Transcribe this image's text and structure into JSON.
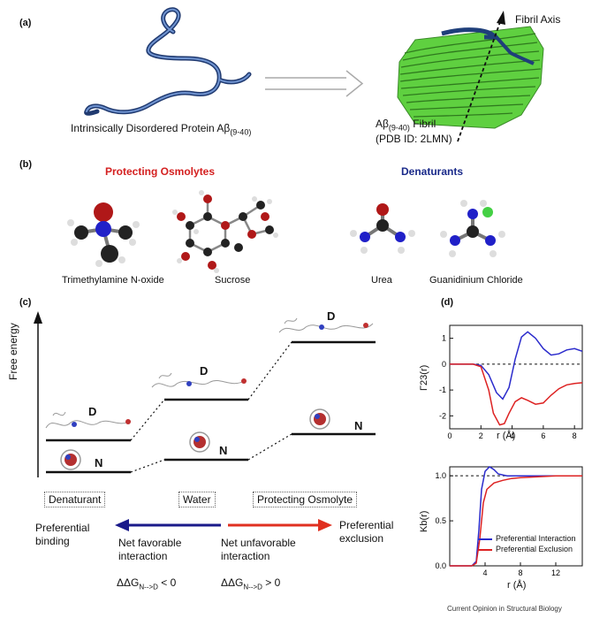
{
  "panels": {
    "a": "(a)",
    "b": "(b)",
    "c": "(c)",
    "d": "(d)"
  },
  "panel_a": {
    "disordered_label": "Intrinsically Disordered Protein Aβ",
    "disordered_sub": "(9-40)",
    "fibril_label": "Aβ",
    "fibril_sub": "(9-40)",
    "fibril_label_suffix": " Fibril",
    "pdb": "(PDB ID: 2LMN)",
    "axis_label": "Fibril Axis"
  },
  "panel_b": {
    "protecting_title": "Protecting Osmolytes",
    "denaturants_title": "Denaturants",
    "molecules": [
      "Trimethylamine N-oxide",
      "Sucrose",
      "Urea",
      "Guanidinium Chloride"
    ],
    "colors": {
      "protecting": "#d42020",
      "denaturants": "#1a2a8a"
    }
  },
  "panel_c": {
    "y_axis": "Free energy",
    "state_D": "D",
    "state_N": "N",
    "conditions": [
      "Denaturant",
      "Water",
      "Protecting Osmolyte"
    ],
    "pref_binding_1": "Preferential",
    "pref_binding_2": "binding",
    "net_favorable_1": "Net favorable",
    "net_favorable_2": "interaction",
    "net_unfavorable_1": "Net unfavorable",
    "net_unfavorable_2": "interaction",
    "pref_exclusion_1": "Preferential",
    "pref_exclusion_2": "exclusion",
    "dg_left_prefix": "ΔΔG",
    "dg_left_sub": "N-->D",
    "dg_left_suffix": " < 0",
    "dg_right_prefix": "ΔΔG",
    "dg_right_sub": "N-->D",
    "dg_right_suffix": " > 0",
    "arrow_colors": {
      "left": "#1a1a8a",
      "right": "#e03020"
    }
  },
  "chart_data": [
    {
      "type": "line",
      "ylabel": "Γ23(r)",
      "xlabel": "r (Å)",
      "xlim": [
        0,
        8.5
      ],
      "ylim": [
        -2.5,
        1.5
      ],
      "xticks": [
        "0",
        "2",
        "4",
        "6",
        "8"
      ],
      "yticks": [
        "1",
        "0",
        "-1",
        "-2"
      ],
      "series": [
        {
          "color": "#2b2bcc",
          "x": [
            0,
            1.5,
            2.0,
            2.5,
            3.0,
            3.4,
            3.8,
            4.2,
            4.6,
            5.0,
            5.5,
            6.0,
            6.5,
            7.0,
            7.5,
            8.0,
            8.5
          ],
          "y": [
            0,
            0,
            -0.05,
            -0.4,
            -1.1,
            -1.35,
            -0.9,
            0.2,
            1.05,
            1.25,
            1.0,
            0.6,
            0.35,
            0.4,
            0.55,
            0.6,
            0.5
          ]
        },
        {
          "color": "#dd2222",
          "x": [
            0,
            1.5,
            2.0,
            2.5,
            2.8,
            3.2,
            3.5,
            3.8,
            4.2,
            4.6,
            5.0,
            5.5,
            6.0,
            6.5,
            7.0,
            7.5,
            8.0,
            8.5
          ],
          "y": [
            0,
            0,
            -0.1,
            -1.0,
            -1.9,
            -2.35,
            -2.3,
            -1.9,
            -1.45,
            -1.3,
            -1.4,
            -1.55,
            -1.5,
            -1.2,
            -0.95,
            -0.8,
            -0.75,
            -0.72
          ]
        }
      ]
    },
    {
      "type": "line",
      "ylabel": "Kb(r)",
      "xlabel": "r (Å)",
      "xlim": [
        0,
        15
      ],
      "ylim": [
        0,
        1.1
      ],
      "xticks": [
        "4",
        "8",
        "12"
      ],
      "yticks": [
        "1.0",
        "0.5",
        "0.0"
      ],
      "series": [
        {
          "name": "Preferential Interaction",
          "color": "#2b2bcc",
          "x": [
            0,
            2.5,
            3.0,
            3.3,
            3.6,
            4.0,
            4.5,
            5.0,
            5.5,
            6.5,
            8,
            10,
            12,
            15
          ],
          "y": [
            0,
            0,
            0.05,
            0.4,
            0.85,
            1.05,
            1.1,
            1.07,
            1.02,
            1.0,
            1.0,
            1.0,
            1.0,
            1.0
          ]
        },
        {
          "name": "Preferential Exclusion",
          "color": "#dd2222",
          "x": [
            0,
            2.5,
            3.0,
            3.4,
            3.8,
            4.2,
            5.0,
            6.0,
            7.0,
            8.0,
            10,
            12,
            15
          ],
          "y": [
            0,
            0,
            0.03,
            0.3,
            0.7,
            0.85,
            0.92,
            0.95,
            0.97,
            0.98,
            0.99,
            1.0,
            1.0
          ]
        }
      ]
    }
  ],
  "footer": "Current Opinion in Structural Biology"
}
